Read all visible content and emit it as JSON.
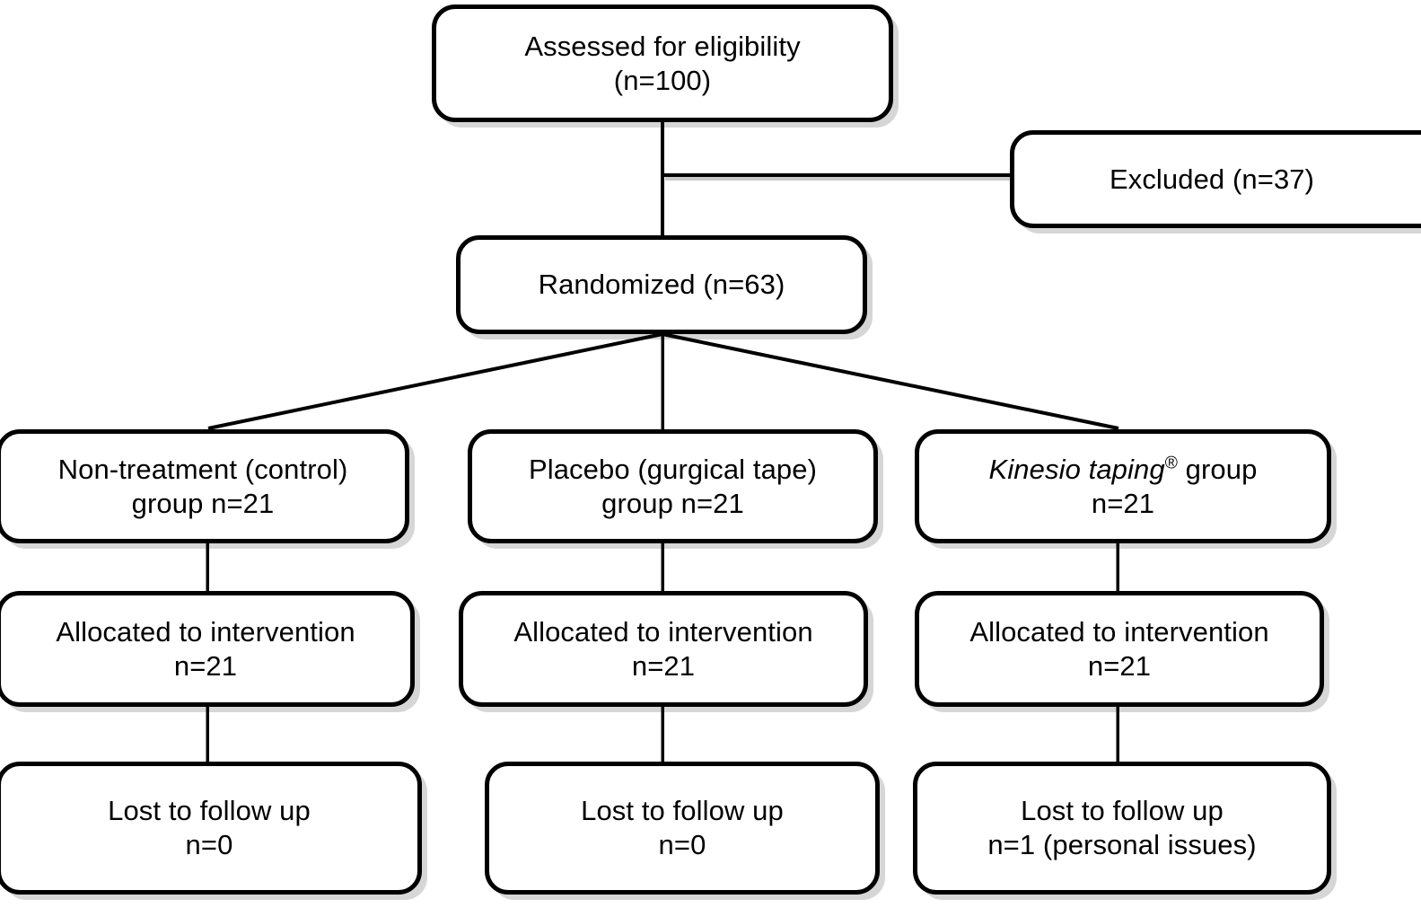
{
  "figure": {
    "kind": "consort-flow-diagram",
    "background_color": "#ffffff",
    "line_color": "#000000",
    "box_border_color": "#000000",
    "box_fill_color": "#ffffff"
  },
  "chart_data": {
    "type": "diagram",
    "title": "",
    "nodes": [
      {
        "id": "assessed",
        "label": "Assessed for eligibility\n(n=100)",
        "row": 1,
        "column": "center"
      },
      {
        "id": "excluded",
        "label": "Excluded (n=37)",
        "row": 2,
        "column": "right"
      },
      {
        "id": "randomized",
        "label": "Randomized (n=63)",
        "row": 3,
        "column": "center"
      },
      {
        "id": "group_control",
        "label": "Non-treatment (control)\ngroup n=21",
        "row": 4,
        "column": "left"
      },
      {
        "id": "group_placebo",
        "label": "Placebo (gurgical tape)\ngroup n=21",
        "row": 4,
        "column": "center"
      },
      {
        "id": "group_kt",
        "label": "Kinesio taping® group\nn=21",
        "row": 4,
        "column": "right"
      },
      {
        "id": "alloc_control",
        "label": "Allocated to intervention\nn=21",
        "row": 5,
        "column": "left"
      },
      {
        "id": "alloc_placebo",
        "label": "Allocated to intervention\nn=21",
        "row": 5,
        "column": "center"
      },
      {
        "id": "alloc_kt",
        "label": "Allocated to intervention\nn=21",
        "row": 5,
        "column": "right"
      },
      {
        "id": "lost_control",
        "label": "Lost to follow up\nn=0",
        "row": 6,
        "column": "left"
      },
      {
        "id": "lost_placebo",
        "label": "Lost to follow up\nn=0",
        "row": 6,
        "column": "center"
      },
      {
        "id": "lost_kt",
        "label": "Lost to follow up\nn=1 (personal issues)",
        "row": 6,
        "column": "right"
      }
    ],
    "edges": [
      {
        "from": "assessed",
        "to": "randomized",
        "style": "straight-vertical"
      },
      {
        "from": "assessed",
        "to": "excluded",
        "style": "elbow-right"
      },
      {
        "from": "randomized",
        "to": "group_control",
        "style": "diagonal"
      },
      {
        "from": "randomized",
        "to": "group_placebo",
        "style": "straight-vertical"
      },
      {
        "from": "randomized",
        "to": "group_kt",
        "style": "diagonal"
      },
      {
        "from": "group_control",
        "to": "alloc_control",
        "style": "straight-vertical"
      },
      {
        "from": "group_placebo",
        "to": "alloc_placebo",
        "style": "straight-vertical"
      },
      {
        "from": "group_kt",
        "to": "alloc_kt",
        "style": "straight-vertical"
      },
      {
        "from": "alloc_control",
        "to": "lost_control",
        "style": "straight-vertical"
      },
      {
        "from": "alloc_placebo",
        "to": "lost_placebo",
        "style": "straight-vertical"
      },
      {
        "from": "alloc_kt",
        "to": "lost_kt",
        "style": "straight-vertical"
      }
    ],
    "counts": {
      "assessed_for_eligibility": 100,
      "excluded": 37,
      "randomized": 63,
      "control_group": 21,
      "placebo_group": 21,
      "kinesio_taping_group": 21,
      "allocated_control": 21,
      "allocated_placebo": 21,
      "allocated_kinesio": 21,
      "lost_control": 0,
      "lost_placebo": 0,
      "lost_kinesio": 1
    }
  },
  "boxes": {
    "assessed": {
      "line1": "Assessed for eligibility",
      "line2": "(n=100)"
    },
    "excluded": {
      "line1": "Excluded (n=37)"
    },
    "randomized": {
      "line1": "Randomized (n=63)"
    },
    "group_control": {
      "line1": "Non-treatment (control)",
      "line2": "group n=21"
    },
    "group_placebo": {
      "line1": "Placebo (gurgical tape)",
      "line2": "group n=21"
    },
    "group_kinesio": {
      "brand": "Kinesio taping",
      "registered": "®",
      "line1_tail": " group",
      "line2": "n=21"
    },
    "alloc_control": {
      "line1": "Allocated to intervention",
      "line2": "n=21"
    },
    "alloc_placebo": {
      "line1": "Allocated to intervention",
      "line2": "n=21"
    },
    "alloc_kinesio": {
      "line1": "Allocated to intervention",
      "line2": "n=21"
    },
    "lost_control": {
      "line1": "Lost to follow up",
      "line2": "n=0"
    },
    "lost_placebo": {
      "line1": "Lost to follow up",
      "line2": "n=0"
    },
    "lost_kinesio": {
      "line1": "Lost to follow up",
      "line2": "n=1 (personal issues)"
    }
  }
}
